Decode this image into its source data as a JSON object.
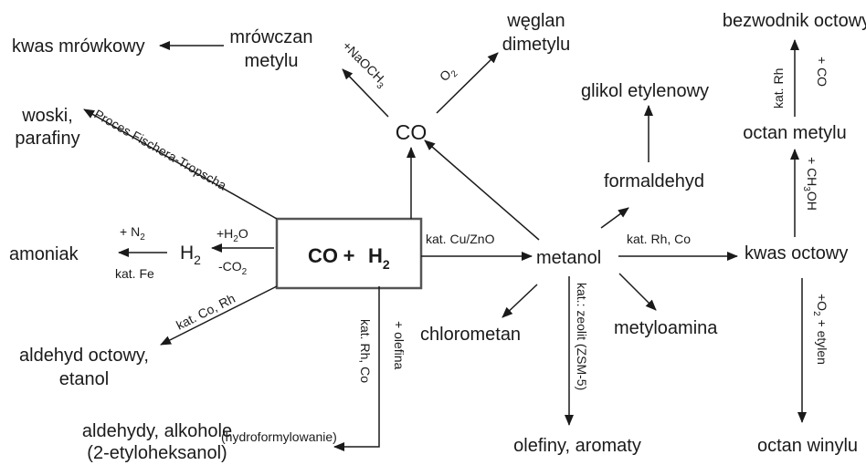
{
  "nodes": {
    "kwas_mrowkowy": "kwas mrówkowy",
    "mrowczan_1": "mrówczan",
    "mrowczan_2": "metylu",
    "weglan_1": "węglan",
    "weglan_2": "dimetylu",
    "bezwodnik": "bezwodnik octowy",
    "glikol": "glikol etylenowy",
    "woski_1": "woski,",
    "woski_2": "parafiny",
    "co": "CO",
    "octan_metylu": "octan metylu",
    "formaldehyd": "formaldehyd",
    "amoniak": "amoniak",
    "h2_main": "H",
    "h2_sub": "2",
    "center_co": "CO",
    "center_plus": "+",
    "center_h": "H",
    "center_sub": "2",
    "metanol": "metanol",
    "kwas_octowy": "kwas octowy",
    "chlorometan": "chlorometan",
    "metyloamina": "metyloamina",
    "aldehyd_1": "aldehyd octowy,",
    "aldehyd_2": "etanol",
    "aldehydy_1": "aldehydy, alkohole",
    "aldehydy_2": "(2-etyloheksanol)",
    "olefiny": "olefiny, aromaty",
    "octan_winylu": "octan winylu"
  },
  "labels": {
    "naoch3_main": "+NaOCH",
    "naoch3_sub": "3",
    "o2_main": "O",
    "o2_sub": "2",
    "kat_rh": "kat. Rh",
    "plus_co": "+ CO",
    "fischer": "Proces Fischera-Tropscha",
    "ch3oh_1": "+ CH",
    "ch3oh_sub": "3",
    "ch3oh_2": "OH",
    "n2_main": "+ N",
    "n2_sub": "2",
    "kat_fe": "kat. Fe",
    "h2o_1": "+H",
    "h2o_sub": "2",
    "h2o_2": "O",
    "co2_1": "-CO",
    "co2_sub": "2",
    "kat_co_rh": "kat. Co, Rh",
    "kat_cuzno": "kat. Cu/ZnO",
    "kat_rh_co_h": "kat. Rh, Co",
    "kat_rh_co_v": "kat. Rh, Co",
    "olefina": "+ olefina",
    "zeolit": "kat.: zeolit (ZSM-5)",
    "o2_etylen_1": "+O",
    "o2_etylen_sub": "2",
    "o2_etylen_2": " + etylen",
    "hydroform": "(hydroformylowanie)"
  }
}
